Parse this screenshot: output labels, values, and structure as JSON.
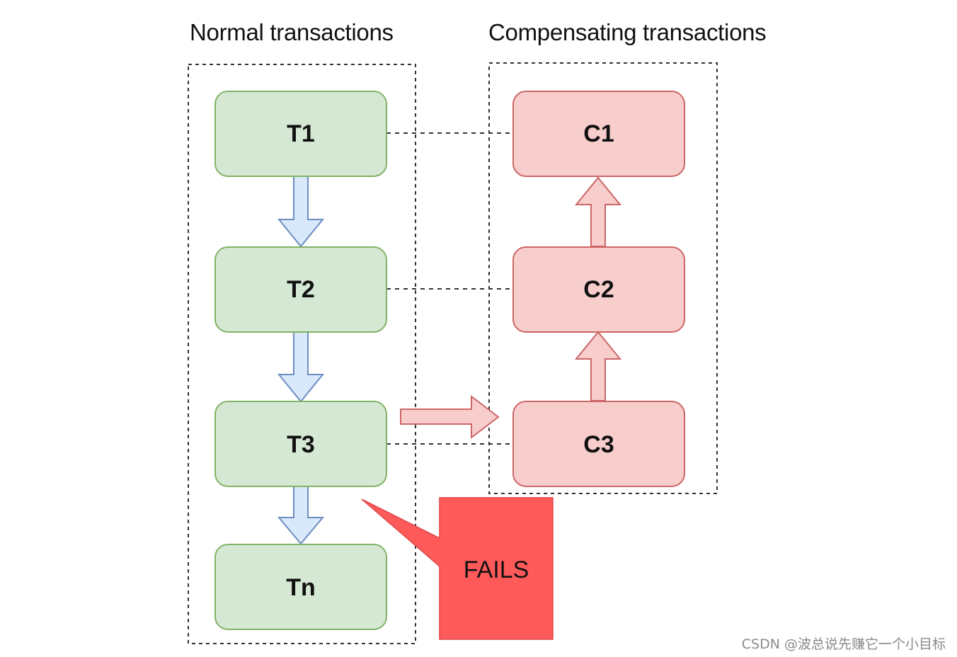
{
  "titles": {
    "normal": "Normal transactions",
    "compensating": "Compensating transactions"
  },
  "normal_nodes": [
    "T1",
    "T2",
    "T3",
    "Tn"
  ],
  "compensating_nodes": [
    "C1",
    "C2",
    "C3"
  ],
  "callout": "FAILS",
  "watermark": "CSDN @波总说先赚它一个小目标",
  "colors": {
    "normal_fill": "#d5e8d4",
    "normal_stroke": "#82b366",
    "comp_fill": "#f8cecc",
    "comp_stroke": "#cc6666",
    "down_arrow_fill": "#dae8fc",
    "down_arrow_stroke": "#6c8ebf",
    "fails_fill": "#ff5a5a"
  }
}
